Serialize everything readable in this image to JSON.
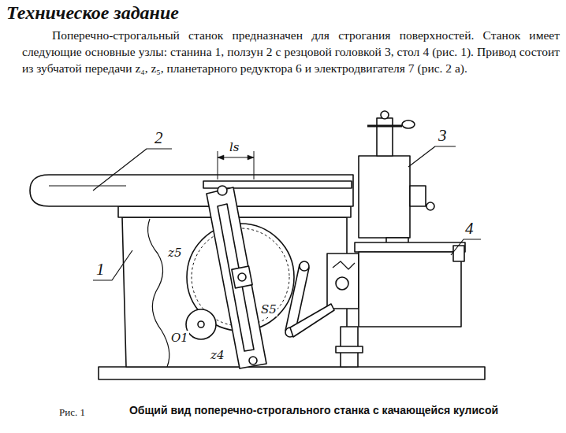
{
  "diagram": {
    "title": "Техническое задание",
    "caption": "Общий вид поперечно-строгального станка с качающейся кулисой",
    "labels": [
      "Поперечно-строгальный станок предназначен для строгания поверхностей. Станок имеет следующие основные узлы: станина 1, ползун 2 с резцовой головкой 3, стол 4 (рис. 1). Привод состоит из зубчатой передачи z₄, z₅, планетарного редуктора 6 и электродвигателя 7 (рис. 2 а).",
      "ls",
      "2",
      "3",
      "1",
      "4",
      "z5",
      "S5",
      "z4",
      "O1",
      "Рис. 1"
    ]
  }
}
